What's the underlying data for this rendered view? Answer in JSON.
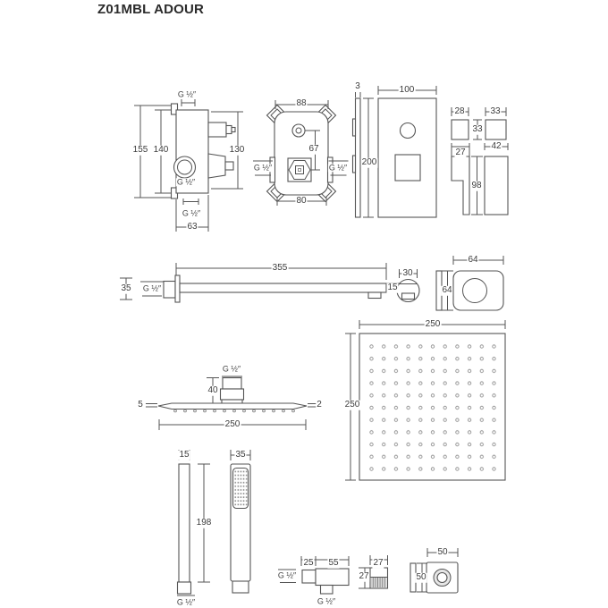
{
  "title": "Z01MBL ADOUR",
  "valve_side": {
    "thread_top": "G ½″",
    "height_155": "155",
    "height_140": "140",
    "height_130": "130",
    "thread_outlet": "G ½″",
    "thread_bottom": "G ½″",
    "width_63": "63"
  },
  "valve_front": {
    "width_88": "88",
    "dist_67": "67",
    "thread_left": "G ½″",
    "thread_right": "G ½″",
    "width_80": "80",
    "plate_thickness_3": "3"
  },
  "wall_plate": {
    "width_100": "100",
    "height_200": "200"
  },
  "diverter_knob": {
    "width_28": "28",
    "height_33": "33",
    "width_33": "33"
  },
  "lever_handle": {
    "depth_27": "27",
    "length_98": "98",
    "width_42": "42"
  },
  "shower_arm": {
    "length_355": "355",
    "flange_35": "35",
    "thread": "G ½″",
    "end_15": "15",
    "outlet_30": "30",
    "escutcheon_width_64": "64",
    "escutcheon_height_64": "64"
  },
  "head_side": {
    "thread": "G ½″",
    "connector_40": "40",
    "edge_5": "5",
    "edge_2": "2",
    "width_250": "250"
  },
  "head_face": {
    "width_250": "250",
    "height_250": "250"
  },
  "hand_shower": {
    "width_15": "15",
    "length_198": "198",
    "thread": "G ½″",
    "width_35": "35"
  },
  "wall_elbow": {
    "thread_inlet": "G ½″",
    "inlet_25": "25",
    "body_55": "55",
    "thread_outlet": "G ½″",
    "width_27": "27",
    "height_27": "27"
  },
  "wall_flange": {
    "width_50": "50",
    "height_50": "50"
  }
}
